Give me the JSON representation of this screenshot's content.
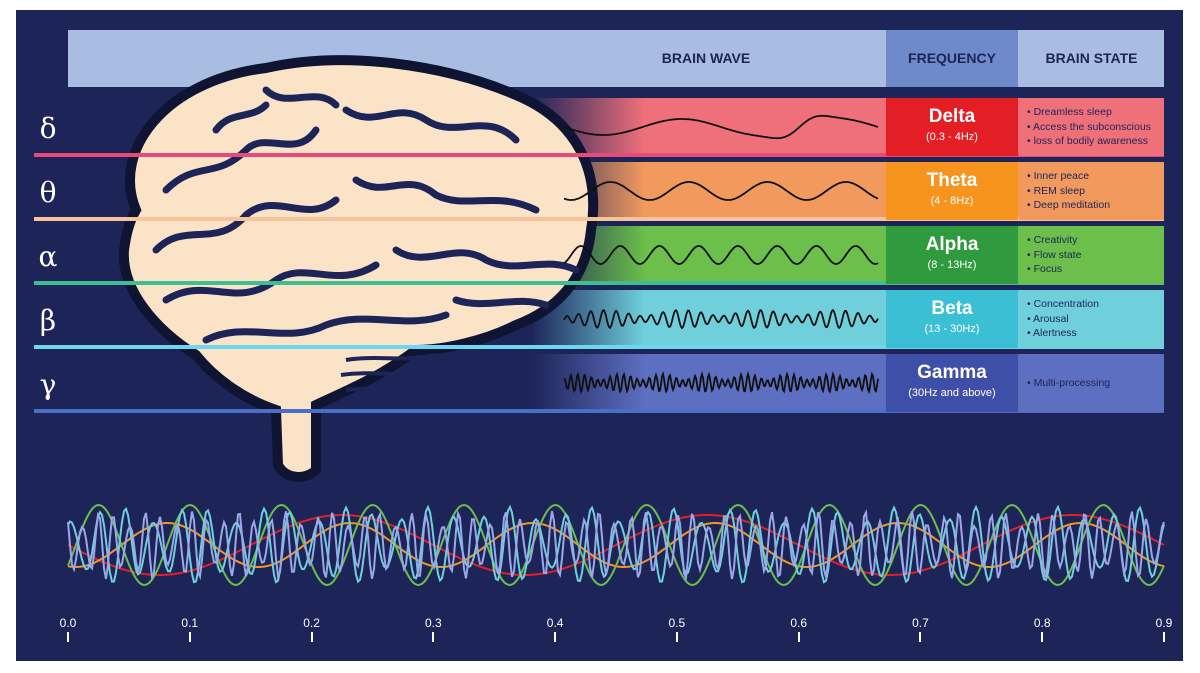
{
  "header": {
    "wave_label": "BRAIN WAVE",
    "frequency_label": "FREQUENCY",
    "state_label": "BRAIN STATE"
  },
  "bands": [
    {
      "symbol": "δ",
      "name": "Delta",
      "range": "(0.3 - 4Hz)",
      "color": "#f0707a",
      "cell_color": "#e31e24",
      "line_color": "#e84a7a",
      "states": [
        "Dreamless sleep",
        "Access the subconscious",
        "loss of bodily awareness"
      ]
    },
    {
      "symbol": "θ",
      "name": "Theta",
      "range": "(4 - 8Hz)",
      "color": "#f29a5e",
      "cell_color": "#f7941d",
      "line_color": "#f6c39a",
      "states": [
        "Inner peace",
        "REM sleep",
        "Deep meditation"
      ]
    },
    {
      "symbol": "α",
      "name": "Alpha",
      "range": "(8 - 13Hz)",
      "color": "#6bbf4a",
      "cell_color": "#2f9a3e",
      "line_color": "#3fbf8f",
      "states": [
        "Creativity",
        "Flow state",
        "Focus"
      ]
    },
    {
      "symbol": "β",
      "name": "Beta",
      "range": "(13 - 30Hz)",
      "color": "#6fd0dc",
      "cell_color": "#3bbfd4",
      "line_color": "#6fd6f0",
      "states": [
        "Concentration",
        "Arousal",
        "Alertness"
      ]
    },
    {
      "symbol": "γ",
      "name": "Gamma",
      "range": "(30Hz and above)",
      "color": "#5d6fc0",
      "cell_color": "#3e4fa8",
      "line_color": "#4a6fc8",
      "states": [
        "Multi-processing"
      ]
    }
  ],
  "axis": {
    "ticks": [
      "0.0",
      "0.1",
      "0.2",
      "0.3",
      "0.4",
      "0.5",
      "0.6",
      "0.7",
      "0.8",
      "0.9"
    ]
  },
  "icons": [
    "brain-illustration"
  ]
}
